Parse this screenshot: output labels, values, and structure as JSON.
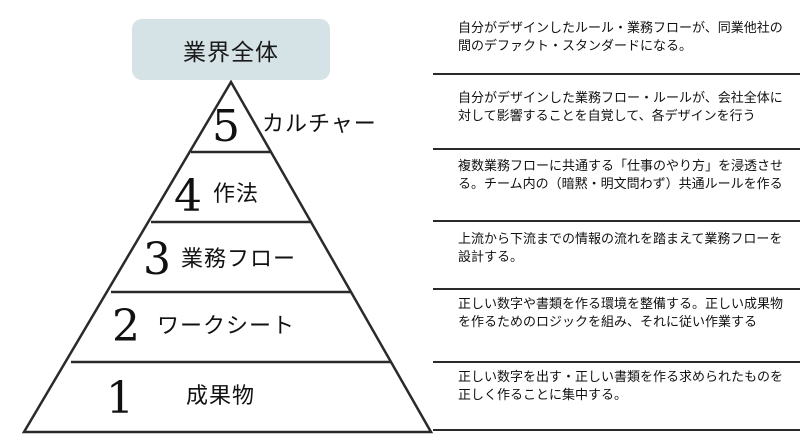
{
  "top_box": {
    "label": "業界全体"
  },
  "levels": [
    {
      "number": "5",
      "label": "カルチャー",
      "description": "自分がデザインした業務フロー・ルールが、会社全体に対して影響することを自覚して、各デザインを行う"
    },
    {
      "number": "4",
      "label": "作法",
      "description": "複数業務フローに共通する「仕事のやり方」を浸透させる。チーム内の（暗黙・明文問わず）共通ルールを作る"
    },
    {
      "number": "3",
      "label": "業務フロー",
      "description": "上流から下流までの情報の流れを踏まえて業務フローを設計する。"
    },
    {
      "number": "2",
      "label": "ワークシート",
      "description": "正しい数字や書類を作る環境を整備する。正しい成果物を作るためのロジックを組み、それに従い作業する"
    },
    {
      "number": "1",
      "label": "成果物",
      "description": "正しい数字を出す・正しい書類を作る求められたものを正しく作ることに集中する。"
    }
  ],
  "top_description": "自分がデザインしたルール・業務フローが、同業他社の間のデファクト・スタンダードになる。",
  "colors": {
    "box_fill": "#d5e2e6",
    "lines": "#2a2a2a",
    "text": "#111111"
  }
}
